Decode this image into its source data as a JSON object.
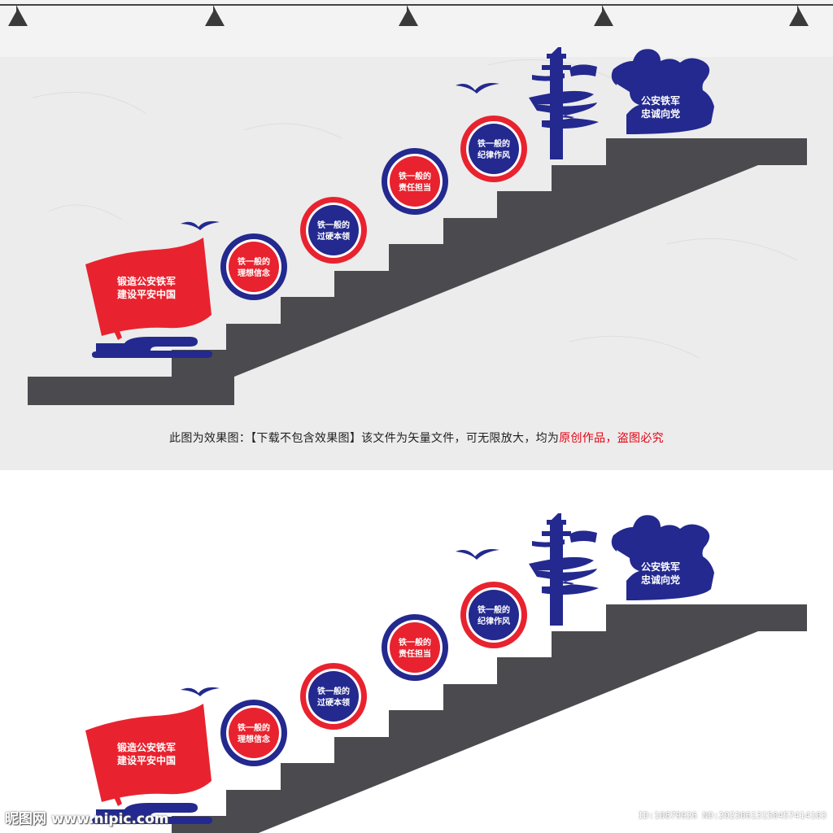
{
  "flag_text": [
    "锻造公安铁军",
    "建设平安中国"
  ],
  "badges": [
    [
      "铁一般的",
      "理想信念"
    ],
    [
      "铁一般的",
      "过硬本领"
    ],
    [
      "铁一般的",
      "责任担当"
    ],
    [
      "铁一般的",
      "纪律作风"
    ]
  ],
  "soldier_text": [
    "公安铁军",
    "忠诚向党"
  ],
  "caption": {
    "prefix": "此图为效果图：【下载不包含效果图】该文件为矢量文件，可无限放大，均为",
    "red1": "原创作品",
    "sep": "，",
    "red2": "盗图必究"
  },
  "watermark": {
    "site": "昵图网 www.nipic.com",
    "id": "ID:10879926 NO:20230613150457414103"
  },
  "colors": {
    "red": "#e8232f",
    "blue": "#23298e",
    "stair": "#4b4a4f",
    "wall": "#ececec",
    "caption_red": "#e60012"
  }
}
